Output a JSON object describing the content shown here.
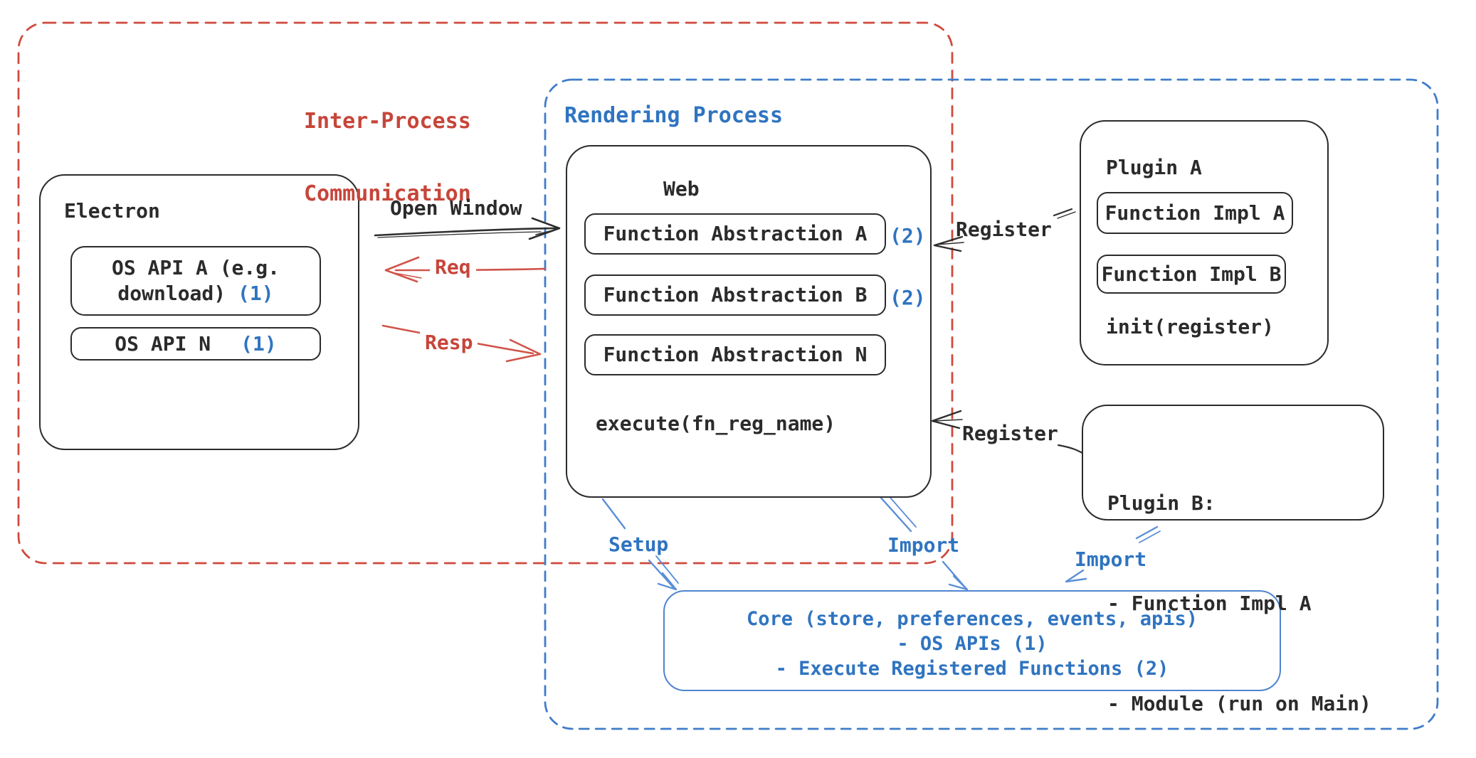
{
  "ipc": {
    "label_line1": "Inter-Process",
    "label_line2": "Communication"
  },
  "rendering": {
    "label": "Rendering Process"
  },
  "electron": {
    "title": "Electron",
    "api_a": {
      "line1": "OS API A (e.g.",
      "line2": "download)",
      "badge": "(1)"
    },
    "api_n": {
      "label": "OS API N",
      "badge": "(1)"
    }
  },
  "web": {
    "title": "Web",
    "fa_a": {
      "label": "Function Abstraction A",
      "badge": "(2)"
    },
    "fa_b": {
      "label": "Function Abstraction B",
      "badge": "(2)"
    },
    "fa_n": {
      "label": "Function Abstraction N"
    },
    "execute": "execute(fn_reg_name)"
  },
  "plugin_a": {
    "title": "Plugin A",
    "impl_a": "Function Impl A",
    "impl_b": "Function Impl B",
    "init": "init(register)"
  },
  "plugin_b": {
    "line1": "Plugin B:",
    "line2": "- Function Impl A",
    "line3": "- Module (run on Main)"
  },
  "core": {
    "line1": "Core (store, preferences, events, apis)",
    "line2": "- OS APIs (1)",
    "line3": "- Execute Registered Functions (2)"
  },
  "arrows": {
    "open_window": "Open Window",
    "req": "Req",
    "resp": "Resp",
    "register_top": "Register",
    "register_bottom": "Register",
    "setup": "Setup",
    "import_left": "Import",
    "import_right": "Import"
  },
  "colors": {
    "ink": "#2b2b2b",
    "red_text": "#c7453a",
    "red_line": "#d0544a",
    "blue_text": "#2f74c0",
    "blue_dash": "#3f7cca",
    "blue_arrow": "#5b8fd6",
    "core_border": "#4f84ce"
  }
}
